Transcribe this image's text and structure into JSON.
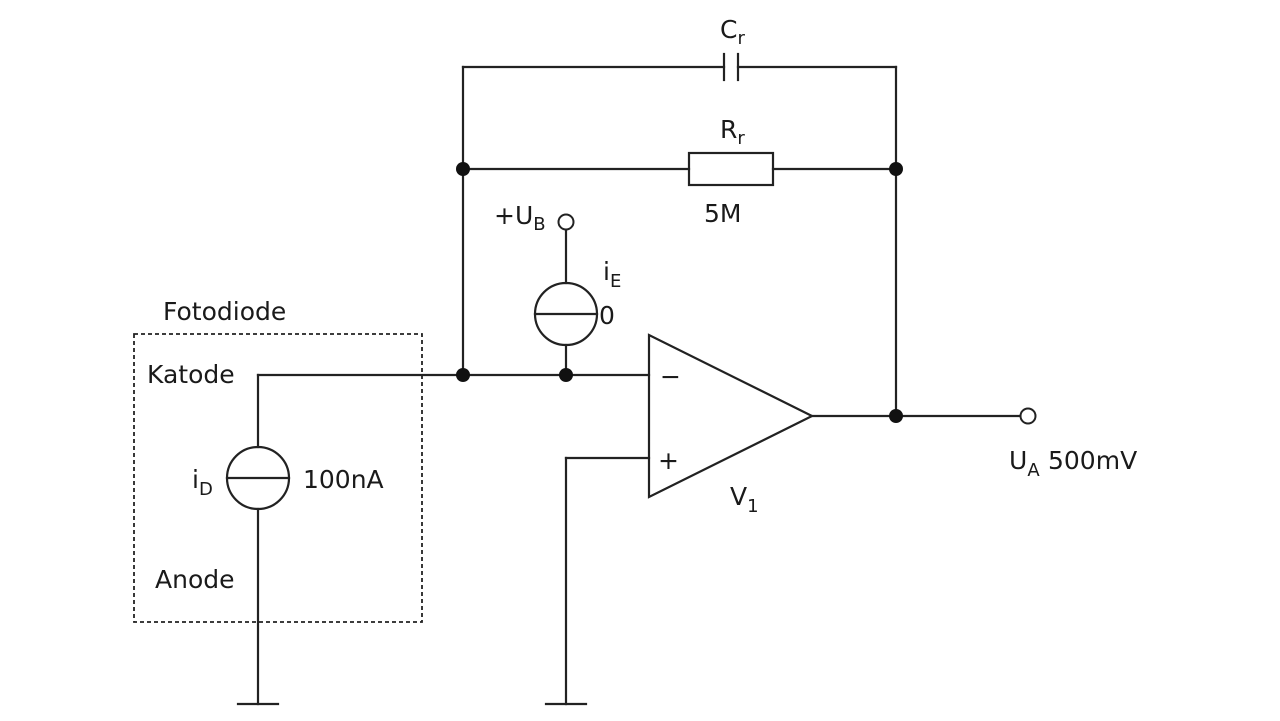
{
  "photodiode": {
    "title": "Fotodiode",
    "cathode": "Katode",
    "anode": "Anode",
    "source": {
      "symbol": "i",
      "sub": "D",
      "value": "100nA"
    }
  },
  "feedback": {
    "capacitor": {
      "symbol": "C",
      "sub": "r"
    },
    "resistor": {
      "symbol": "R",
      "sub": "r",
      "value": "5M"
    }
  },
  "bias": {
    "supply": {
      "prefix": "+U",
      "sub": "B"
    },
    "source": {
      "symbol": "i",
      "sub": "E",
      "value": "0"
    }
  },
  "opamp": {
    "symbol": "V",
    "sub": "1",
    "inverting": "−",
    "noninverting": "+"
  },
  "output": {
    "symbol": "U",
    "sub": "A",
    "value": "500mV"
  }
}
